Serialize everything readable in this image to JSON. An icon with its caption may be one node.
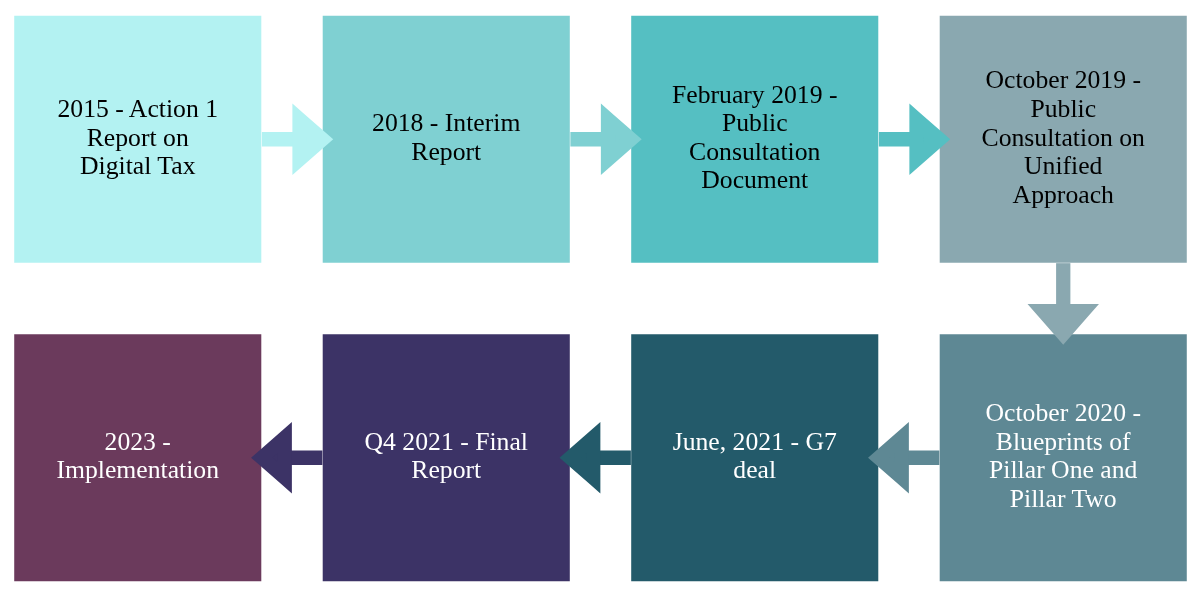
{
  "diagram": {
    "nodes": [
      {
        "text": [
          "2015 - Action 1 Report on Digital Tax"
        ]
      },
      {
        "text": [
          "2018 - Interim Report"
        ]
      },
      {
        "text": [
          "February 2019 - Public Consultation Document"
        ]
      },
      {
        "text": [
          "October 2019 - Public Consultation on Unified Approach"
        ]
      },
      {
        "text": [
          "October 2020 - Blueprints of Pillar One and Pillar Two"
        ]
      },
      {
        "text": [
          "June, 2021 - G7 deal"
        ]
      },
      {
        "text": [
          "Q4 2021 - Final Report"
        ]
      },
      {
        "text": [
          "2023 - Implementation"
        ]
      }
    ],
    "edges": [
      {
        "from": 0,
        "to": 1,
        "arrow": "to",
        "color": "#b3f2f2"
      },
      {
        "from": 1,
        "to": 2,
        "arrow": "to",
        "color": "#7fd0d2"
      },
      {
        "from": 2,
        "to": 3,
        "arrow": "to",
        "color": "#55bfc2"
      },
      {
        "from": 3,
        "to": 4,
        "arrow": "to",
        "color": "#8aa8b0"
      },
      {
        "from": 4,
        "to": 5,
        "arrow": "to",
        "color": "#5e8894"
      },
      {
        "from": 5,
        "to": 6,
        "arrow": "to",
        "color": "#235a6a"
      },
      {
        "from": 6,
        "to": 7,
        "arrow": "to",
        "color": "#3c3366"
      }
    ]
  }
}
